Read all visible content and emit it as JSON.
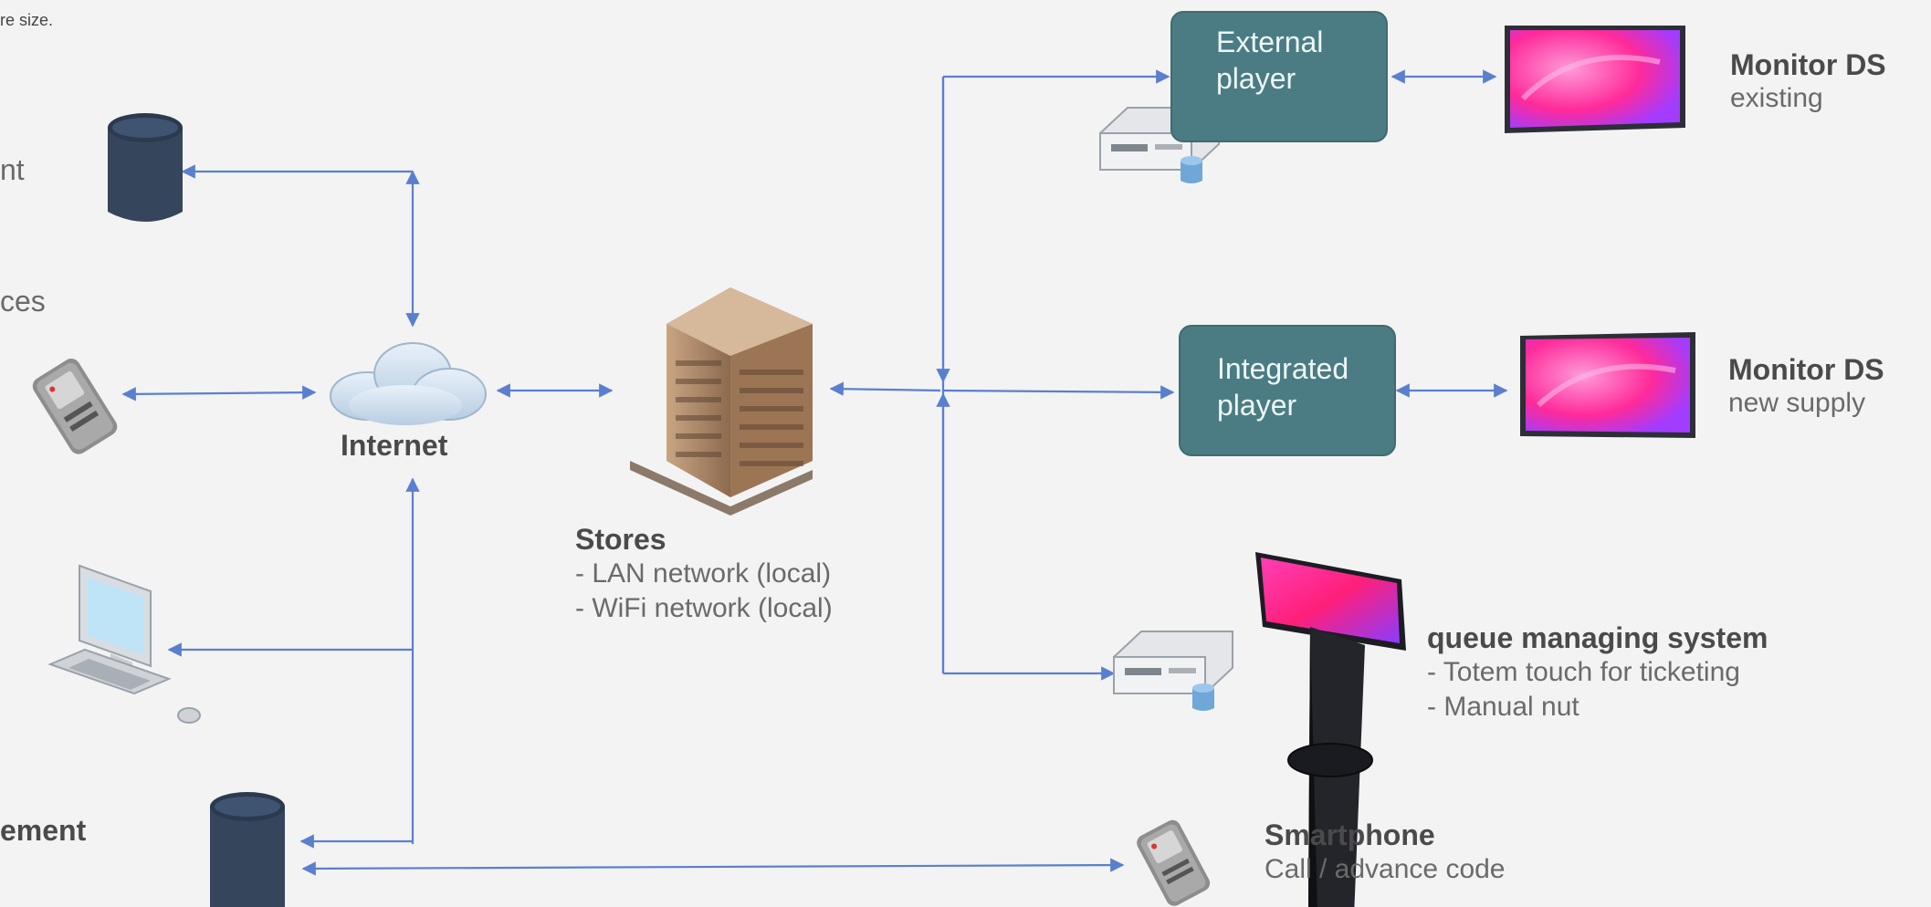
{
  "top_note": "re size.",
  "left_partial": {
    "a": "nt",
    "b": "ces",
    "c": "ement"
  },
  "internet": {
    "label": "Internet"
  },
  "stores": {
    "title": "Stores",
    "lines": [
      "- LAN network (local)",
      "- WiFi network (local)"
    ]
  },
  "external_player": {
    "line1": "External",
    "line2": "player"
  },
  "integrated_player": {
    "line1": "Integrated",
    "line2": "player"
  },
  "monitor_existing": {
    "title": "Monitor DS",
    "subtitle": "existing"
  },
  "monitor_new": {
    "title": "Monitor DS",
    "subtitle": "new supply"
  },
  "queue": {
    "title": "queue managing system",
    "lines": [
      "- Totem touch for ticketing",
      "- Manual nut"
    ]
  },
  "smartphone": {
    "title": "Smartphone",
    "subtitle": "Call / advance code"
  },
  "colors": {
    "connector": "#5b7fcf",
    "player": "#4b7c83",
    "database": "#35465c",
    "screen_pink": "#ff2d9b",
    "screen_purple": "#7b3cff"
  }
}
